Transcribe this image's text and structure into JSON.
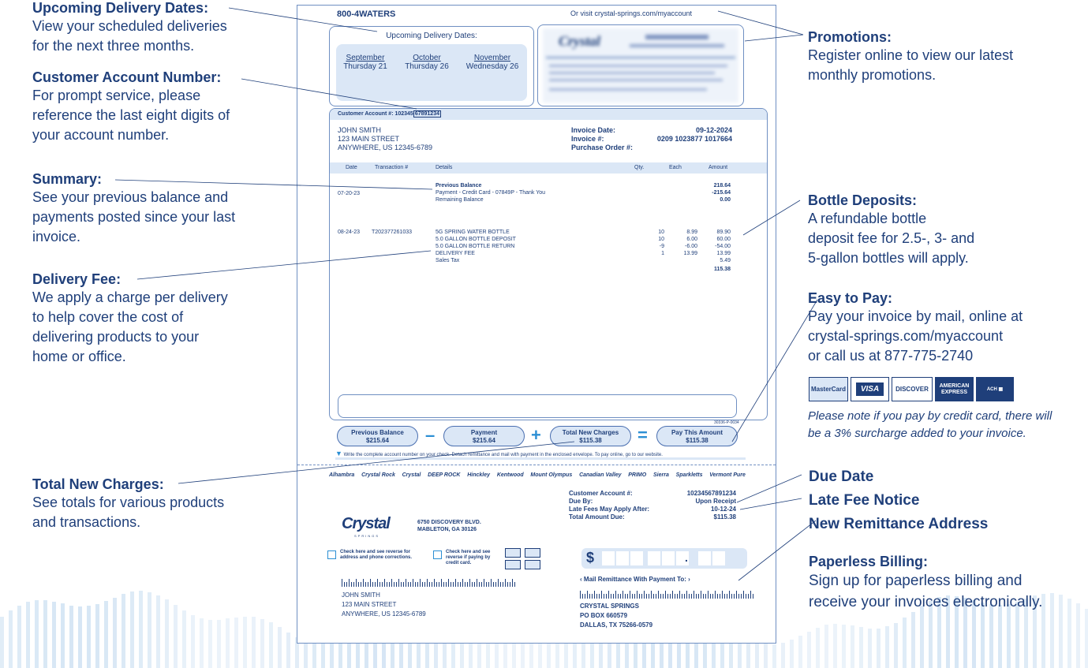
{
  "annotations": {
    "upcoming": {
      "heading": "Upcoming Delivery Dates:",
      "body1": "View your scheduled deliveries",
      "body2": "for the next three months."
    },
    "account": {
      "heading": "Customer Account Number:",
      "body1": "For prompt service, please",
      "body2": "reference the last eight digits of",
      "body3": "your account number."
    },
    "summary": {
      "heading": "Summary:",
      "body1": "See your previous balance and",
      "body2": "payments posted since your last",
      "body3": "invoice."
    },
    "delivery_fee": {
      "heading": "Delivery Fee:",
      "body1": "We apply a charge per delivery",
      "body2": "to help cover the cost of",
      "body3": "delivering products to your",
      "body4": "home or office."
    },
    "total_new": {
      "heading": "Total New Charges:",
      "body1": "See totals for various products",
      "body2": "and transactions."
    },
    "promotions": {
      "heading": "Promotions:",
      "body1": "Register online to view our latest",
      "body2": "monthly promotions."
    },
    "bottle": {
      "heading": "Bottle Deposits:",
      "body1": "A refundable bottle",
      "body2": "deposit fee for 2.5-, 3- and",
      "body3": "5-gallon bottles will apply."
    },
    "easy": {
      "heading": "Easy to Pay:",
      "body1": "Pay your invoice by mail, online at",
      "body2": "crystal-springs.com/myaccount",
      "body3": "or call us at 877-775-2740",
      "note1": "Please note if you pay by credit card, there will",
      "note2": "be a 3% surcharge added to your invoice."
    },
    "due": {
      "heading1": "Due Date",
      "heading2": "Late Fee Notice",
      "heading3": "New Remittance Address"
    },
    "paperless": {
      "heading": "Paperless Billing:",
      "body1": "Sign up for paperless billing and",
      "body2": "receive your invoices electronically."
    }
  },
  "cards": {
    "mastercard": "MasterCard",
    "visa": "VISA",
    "discover": "DISCOVER",
    "amex1": "AMERICAN",
    "amex2": "EXPRESS",
    "ach": "ACH"
  },
  "invoice": {
    "phone": "800-4WATERS",
    "visit": "Or visit crystal-springs.com/myaccount",
    "deliveries_title": "Upcoming Delivery Dates:",
    "deliveries": [
      {
        "month": "September",
        "day": "Thursday 21"
      },
      {
        "month": "October",
        "day": "Thursday 26"
      },
      {
        "month": "November",
        "day": "Wednesday 26"
      }
    ],
    "account_label": "Customer Account #: 102345",
    "account_tail": "67891234",
    "customer": {
      "name": "JOHN SMITH",
      "street": "123 MAIN STREET",
      "city": "ANYWHERE, US 12345-6789"
    },
    "invoice_date_label": "Invoice Date:",
    "invoice_date": "09-12-2024",
    "invoice_no_label": "Invoice #:",
    "invoice_no": "0209 1023877 1017664",
    "po_label": "Purchase Order #:",
    "columns": {
      "date": "Date",
      "txn": "Transaction #",
      "details": "Details",
      "qty": "Qty.",
      "each": "Each",
      "amount": "Amount"
    },
    "summary": {
      "date": "07-20-23",
      "l1": "Previous Balance",
      "l2": "Payment - Credit Card - 07849P - Thank You",
      "l3": "Remaining Balance",
      "a1": "218.64",
      "a2": "-215.64",
      "a3": "0.00"
    },
    "items_date": "08-24-23",
    "items_txn": "T202377261033",
    "items": [
      {
        "desc": "5G SPRING WATER BOTTLE",
        "qty": "10",
        "each": "8.99",
        "amount": "89.90"
      },
      {
        "desc": "5.0 GALLON BOTTLE DEPOSIT",
        "qty": "10",
        "each": "6.00",
        "amount": "60.00"
      },
      {
        "desc": "5.0 GALLON BOTTLE RETURN",
        "qty": "-9",
        "each": "-6.00",
        "amount": "-54.00"
      },
      {
        "desc": "DELIVERY FEE",
        "qty": "1",
        "each": "13.99",
        "amount": "13.99"
      },
      {
        "desc": "Sales Tax",
        "qty": "",
        "each": "",
        "amount": "5.49"
      }
    ],
    "items_total": "115.38",
    "code": "30336-P-0034",
    "pills": [
      {
        "label": "Previous Balance",
        "value": "$215.64"
      },
      {
        "label": "Payment",
        "value": "$215.64"
      },
      {
        "label": "Total New Charges",
        "value": "$115.38"
      },
      {
        "label": "Pay This Amount",
        "value": "$115.38"
      }
    ],
    "ops": {
      "minus": "–",
      "plus": "+",
      "equals": "="
    },
    "instruction": "Write the complete account number on your check. Detach remittance and mail with payment in the enclosed envelope. To pay online, go to our website.",
    "brands": [
      "Alhambra",
      "Crystal Rock",
      "Crystal",
      "DEEP ROCK",
      "Hinckley",
      "Kentwood",
      "Mount Olympus",
      "Canadian Valley",
      "PRIMO",
      "Sierra",
      "Sparkletts",
      "Vermont Pure"
    ],
    "stub": {
      "acct_label": "Customer Account #:",
      "acct": "10234567891234",
      "due_label": "Due By:",
      "due": "Upon Receipt",
      "late_label": "Late Fees May Apply After:",
      "late": "10-12-24",
      "total_label": "Total Amount Due:",
      "total": "$115.38"
    },
    "logo": "Crystal",
    "logo_sub": "SPRINGS",
    "remit_street": "6750 DISCOVERY BLVD.",
    "remit_city": "MABLETON, GA 30126",
    "check1": "Check here and see reverse for address and phone corrections.",
    "check2": "Check here and see reverse if paying by credit card.",
    "mail_remit": "Mail Remittance With Payment To:",
    "company": {
      "name": "CRYSTAL SPRINGS",
      "box": "PO BOX 660579",
      "city": "DALLAS, TX 75266-0579"
    }
  },
  "colors": {
    "ink": "#1f3f7a",
    "panel": "#dbe7f6",
    "accent": "#2c8fd4",
    "stripe": "#c9def1"
  }
}
